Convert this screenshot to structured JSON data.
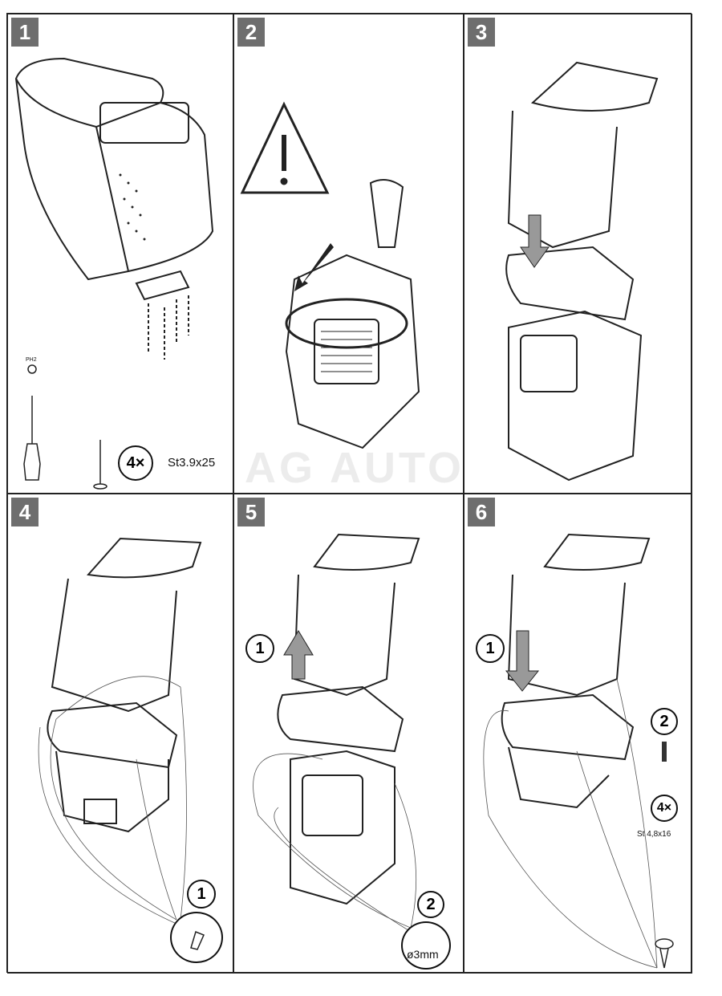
{
  "watermark": "AG AUTO",
  "steps": [
    {
      "number": "1",
      "tool_label": "PH2",
      "quantity": "4×",
      "screw_spec": "St3.9x25"
    },
    {
      "number": "2"
    },
    {
      "number": "3"
    },
    {
      "number": "4",
      "sub_step": "1"
    },
    {
      "number": "5",
      "sub_step_1": "1",
      "sub_step_2": "2",
      "drill_label": "ø3mm"
    },
    {
      "number": "6",
      "sub_step_1": "1",
      "sub_step_2": "2",
      "quantity": "4×",
      "screw_spec": "St 4,8x16"
    }
  ],
  "colors": {
    "step_badge": "#6e6e6e",
    "line": "#222222"
  },
  "icons": [
    "warning-triangle-icon",
    "screwdriver-icon",
    "screw-icon",
    "arrow-icon",
    "drill-icon"
  ]
}
